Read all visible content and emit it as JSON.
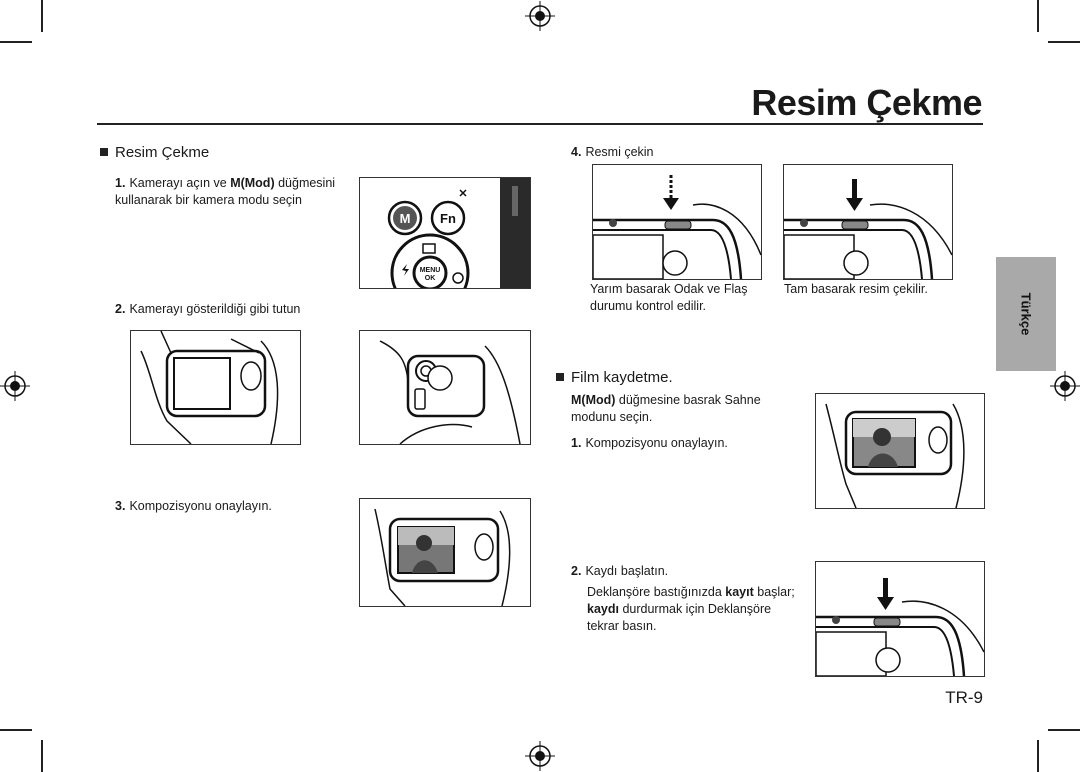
{
  "page": {
    "title": "Resim Çekme",
    "page_number": "TR-9",
    "side_tab": "Türkçe"
  },
  "section1": {
    "heading": "Resim Çekme",
    "steps": [
      {
        "num": "1.",
        "text_pre": "Kamerayı açın ve ",
        "bold": "M(Mod)",
        "text_post": " düğmesini kullanarak bir kamera modu seçin"
      },
      {
        "num": "2.",
        "text": "Kamerayı gösterildiği gibi tutun"
      },
      {
        "num": "3.",
        "text": "Kompozisyonu onaylayın."
      },
      {
        "num": "4.",
        "text": "Resmi çekin"
      }
    ],
    "captions": {
      "half_press": "Yarım basarak Odak ve Flaş durumu kontrol edilir.",
      "full_press": "Tam basarak resim çekilir."
    },
    "camera_buttons": {
      "m": "M",
      "fn": "Fn",
      "menu": "MENU",
      "ok": "OK"
    }
  },
  "section2": {
    "heading": "Film kaydetme.",
    "intro_bold": "M(Mod)",
    "intro_text": " düğmesine basrak Sahne modunu seçin.",
    "step1": {
      "num": "1.",
      "text": "Kompozisyonu onaylayın."
    },
    "step2": {
      "num": "2.",
      "text": "Kaydı başlatın.",
      "desc_pre": "Deklanşöre bastığınızda ",
      "desc_b1": "kayıt",
      "desc_mid": " başlar; ",
      "desc_b2": "kaydı",
      "desc_post": " durdurmak için Deklanşöre tekrar basın."
    }
  }
}
